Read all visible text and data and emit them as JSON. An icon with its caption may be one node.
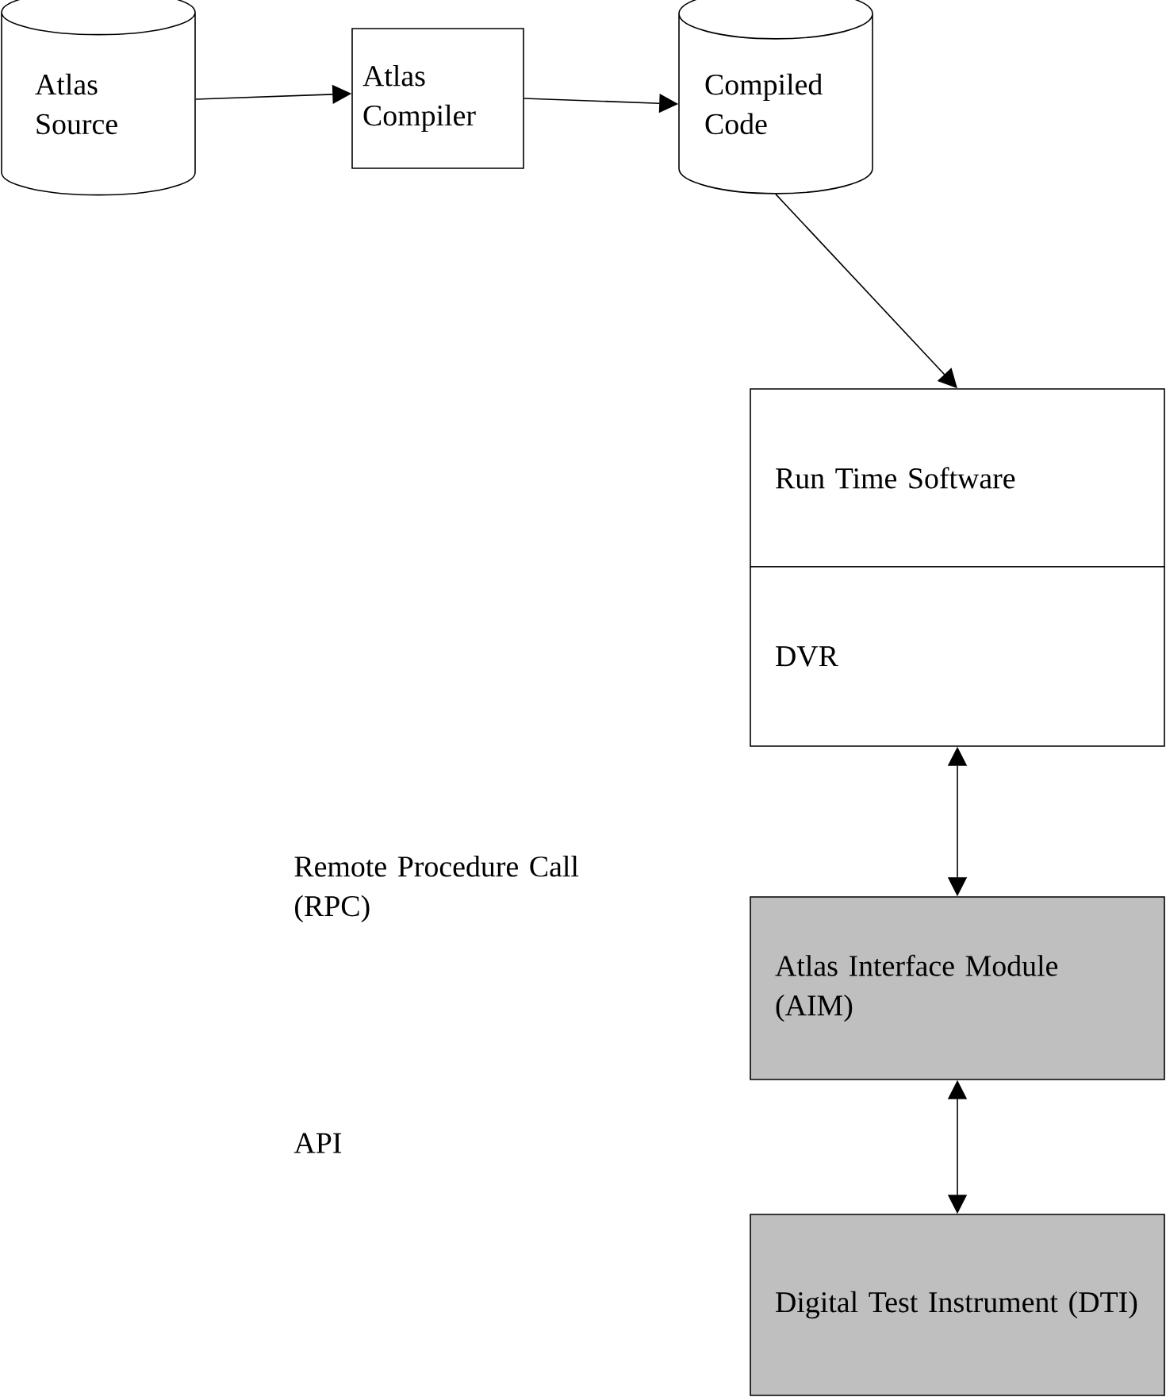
{
  "diagram": {
    "nodes": [
      {
        "text": [
          "Atlas Source"
        ]
      },
      {
        "text": [
          "Atlas Compiler"
        ]
      },
      {
        "text": [
          "Compiled Code"
        ]
      },
      {
        "text": [
          "Run Time Software"
        ]
      },
      {
        "text": [
          "DVR"
        ]
      },
      {
        "text": [
          "Atlas Interface Module (AIM)"
        ]
      },
      {
        "text": [
          "Digital Test Instrument (DTI)"
        ]
      }
    ],
    "edges": [
      {
        "from": 0,
        "to": 1,
        "arrow": "to"
      },
      {
        "from": 1,
        "to": 2,
        "arrow": "to"
      },
      {
        "from": 2,
        "to": 3,
        "arrow": "to"
      },
      {
        "from": 4,
        "to": 5,
        "arrow": "both"
      },
      {
        "from": 5,
        "to": 6,
        "arrow": "both"
      }
    ],
    "labels": [
      "Remote Procedure Call (RPC)",
      "API"
    ]
  }
}
